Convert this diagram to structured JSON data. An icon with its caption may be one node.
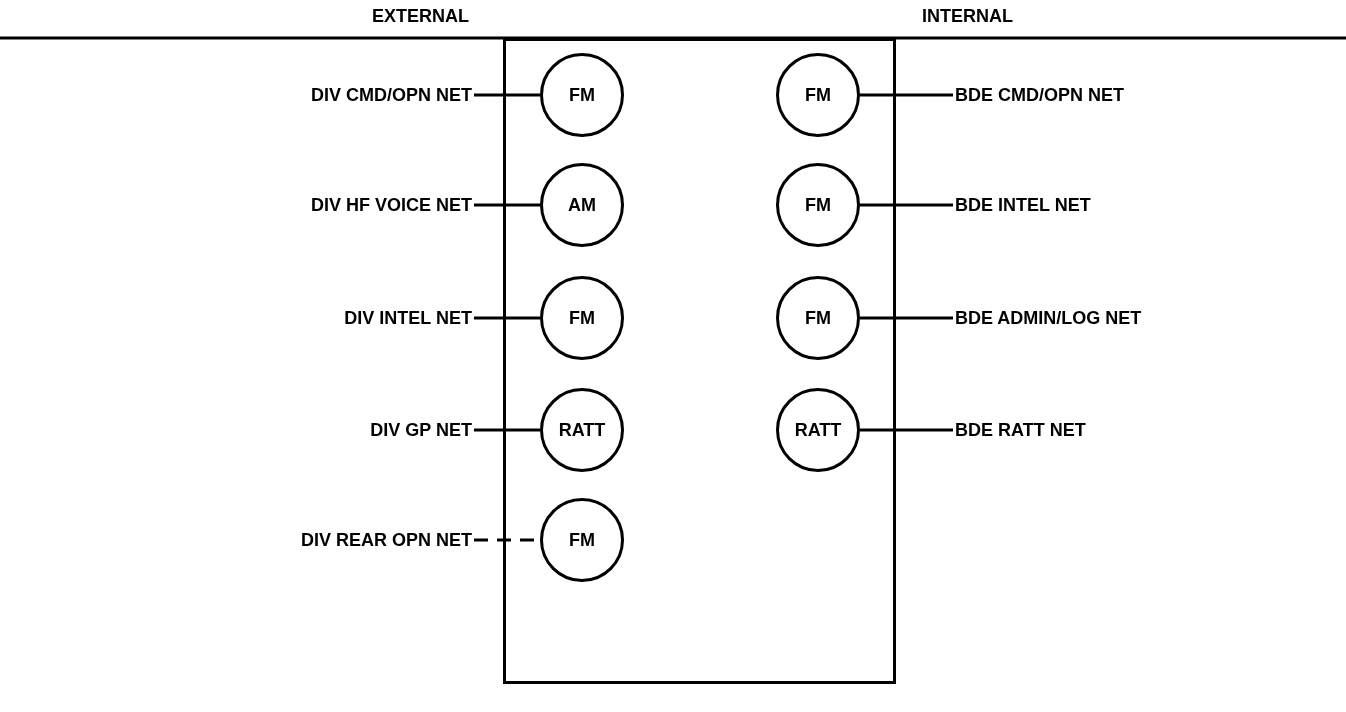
{
  "diagram": {
    "nodes": [
      {
        "text": [],
        "shape": "box"
      },
      {
        "text": [
          "DIV CMD/OPN NET"
        ]
      },
      {
        "text": [
          "FM"
        ],
        "in": 0
      },
      {
        "text": [
          "FM"
        ],
        "in": 0
      },
      {
        "text": [
          "BDE CMD/OPN NET"
        ]
      },
      {
        "text": [
          "DIV HF VOICE NET"
        ]
      },
      {
        "text": [
          "AM"
        ],
        "in": 0
      },
      {
        "text": [
          "FM"
        ],
        "in": 0
      },
      {
        "text": [
          "BDE INTEL NET"
        ]
      },
      {
        "text": [
          "DIV INTEL NET"
        ]
      },
      {
        "text": [
          "FM"
        ],
        "in": 0
      },
      {
        "text": [
          "FM"
        ],
        "in": 0
      },
      {
        "text": [
          "BDE ADMIN/LOG NET"
        ]
      },
      {
        "text": [
          "DIV GP NET"
        ]
      },
      {
        "text": [
          "RATT"
        ],
        "in": 0
      },
      {
        "text": [
          "RATT"
        ],
        "in": 0
      },
      {
        "text": [
          "BDE RATT NET"
        ]
      },
      {
        "text": [
          "DIV REAR OPN NET"
        ]
      },
      {
        "text": [
          "FM"
        ],
        "in": 0
      }
    ],
    "edges": [
      {
        "from": 1,
        "to": 2,
        "arrow": "none"
      },
      {
        "from": 3,
        "to": 4,
        "arrow": "none"
      },
      {
        "from": 5,
        "to": 6,
        "arrow": "none"
      },
      {
        "from": 7,
        "to": 8,
        "arrow": "none"
      },
      {
        "from": 9,
        "to": 10,
        "arrow": "none"
      },
      {
        "from": 11,
        "to": 12,
        "arrow": "none"
      },
      {
        "from": 13,
        "to": 14,
        "arrow": "none"
      },
      {
        "from": 15,
        "to": 16,
        "arrow": "none"
      },
      {
        "from": 17,
        "to": 18,
        "arrow": "none",
        "style": "dashed"
      }
    ],
    "labels": [
      "EXTERNAL",
      "INTERNAL"
    ]
  }
}
